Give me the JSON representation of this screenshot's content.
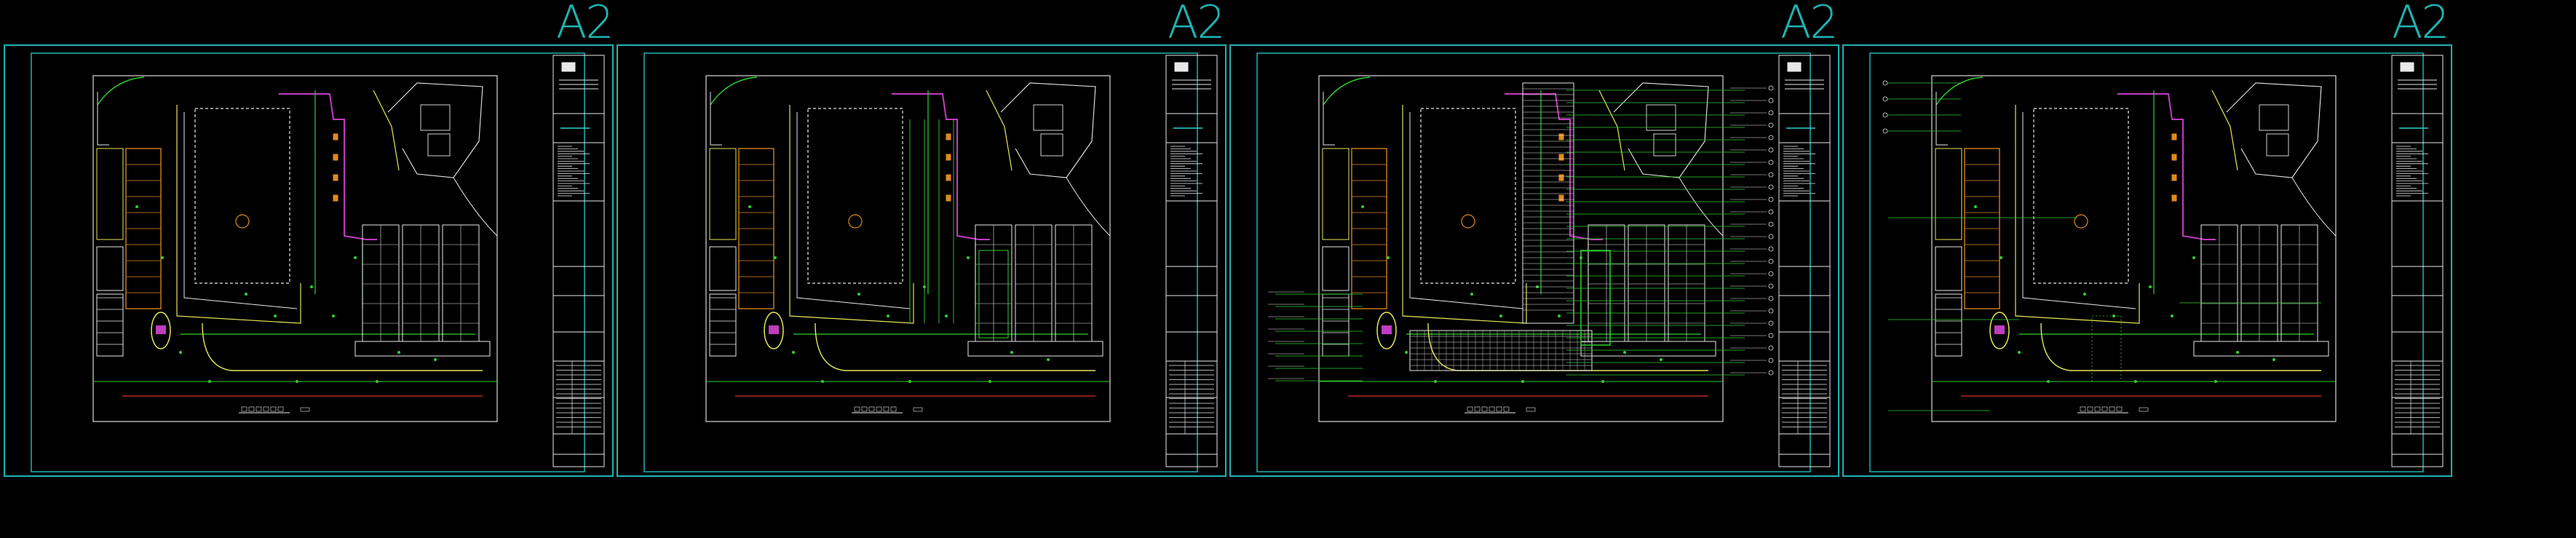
{
  "sheets": [
    {
      "size_label": "A2",
      "title_text": "",
      "stamp": [
        "",
        "",
        "",
        ""
      ]
    },
    {
      "size_label": "A2",
      "title_text": "",
      "stamp": [
        "",
        "",
        "",
        ""
      ]
    },
    {
      "size_label": "A2",
      "title_text": "",
      "stamp": [
        "",
        "",
        "",
        ""
      ]
    },
    {
      "size_label": "A2",
      "title_text": "",
      "stamp": [
        "",
        "",
        "",
        ""
      ]
    }
  ],
  "colors": {
    "frame": "#1fb3b3",
    "border": "#d8d8d8",
    "green": "#2fd12f",
    "yellow": "#e6e65a",
    "magenta": "#c03cc0",
    "orange": "#e08a20",
    "red": "#e03030",
    "white": "#e8e8e8",
    "cyan": "#30d0d0"
  }
}
